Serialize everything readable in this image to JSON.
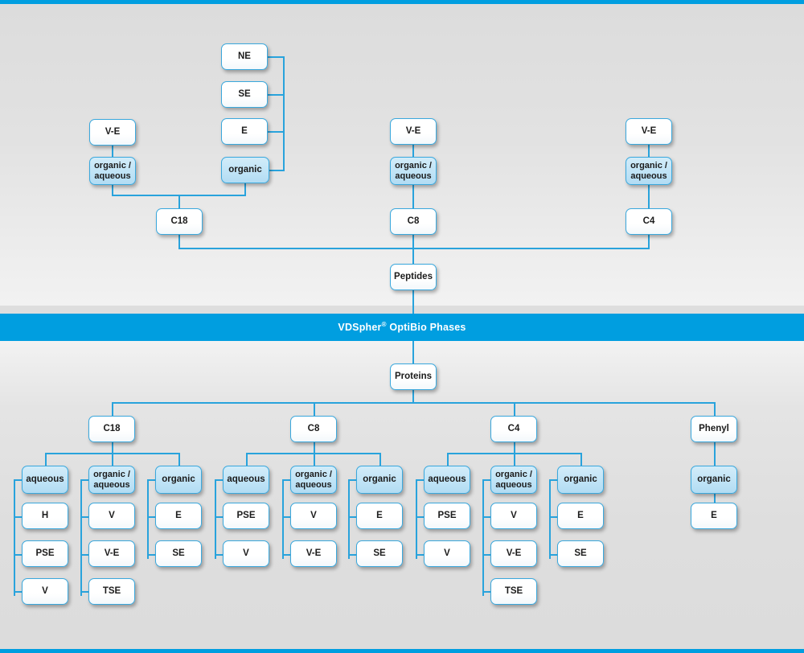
{
  "banner": {
    "brand": "VDSpher",
    "registered_mark": "®",
    "title": " OptiBio Phases"
  },
  "colors": {
    "accent_blue": "#009ee0",
    "line_blue": "#29a3dc",
    "box_border": "#3aa8dd",
    "box_fill_highlight": "#bfe3f6",
    "box_fill_plain": "#ffffff",
    "background": "#dedede"
  },
  "top_section": {
    "root": "Peptides",
    "phases": [
      {
        "name": "C18",
        "modes": [
          {
            "label": "organic /\naqueous",
            "line1": "organic /",
            "line2": "aqueous",
            "children": [
              "V-E"
            ]
          },
          {
            "label": "organic",
            "line1": "organic",
            "line2": "",
            "children": [
              "NE",
              "SE",
              "E"
            ]
          }
        ]
      },
      {
        "name": "C8",
        "modes": [
          {
            "label": "organic /\naqueous",
            "line1": "organic /",
            "line2": "aqueous",
            "children": [
              "V-E"
            ]
          }
        ]
      },
      {
        "name": "C4",
        "modes": [
          {
            "label": "organic /\naqueous",
            "line1": "organic /",
            "line2": "aqueous",
            "children": [
              "V-E"
            ]
          }
        ]
      }
    ]
  },
  "bottom_section": {
    "root": "Proteins",
    "phases": [
      {
        "name": "C18",
        "columns": [
          {
            "mode_line1": "aqueous",
            "mode_line2": "",
            "items": [
              "H",
              "PSE",
              "V"
            ]
          },
          {
            "mode_line1": "organic /",
            "mode_line2": "aqueous",
            "items": [
              "V",
              "V-E",
              "TSE"
            ]
          },
          {
            "mode_line1": "organic",
            "mode_line2": "",
            "items": [
              "E",
              "SE"
            ]
          }
        ]
      },
      {
        "name": "C8",
        "columns": [
          {
            "mode_line1": "aqueous",
            "mode_line2": "",
            "items": [
              "PSE",
              "V"
            ]
          },
          {
            "mode_line1": "organic /",
            "mode_line2": "aqueous",
            "items": [
              "V",
              "V-E"
            ]
          },
          {
            "mode_line1": "organic",
            "mode_line2": "",
            "items": [
              "E",
              "SE"
            ]
          }
        ]
      },
      {
        "name": "C4",
        "columns": [
          {
            "mode_line1": "aqueous",
            "mode_line2": "",
            "items": [
              "PSE",
              "V"
            ]
          },
          {
            "mode_line1": "organic /",
            "mode_line2": "aqueous",
            "items": [
              "V",
              "V-E",
              "TSE"
            ]
          },
          {
            "mode_line1": "organic",
            "mode_line2": "",
            "items": [
              "E",
              "SE"
            ]
          }
        ]
      },
      {
        "name": "Phenyl",
        "columns": [
          {
            "mode_line1": "organic",
            "mode_line2": "",
            "items": [
              "E"
            ]
          }
        ]
      }
    ]
  }
}
